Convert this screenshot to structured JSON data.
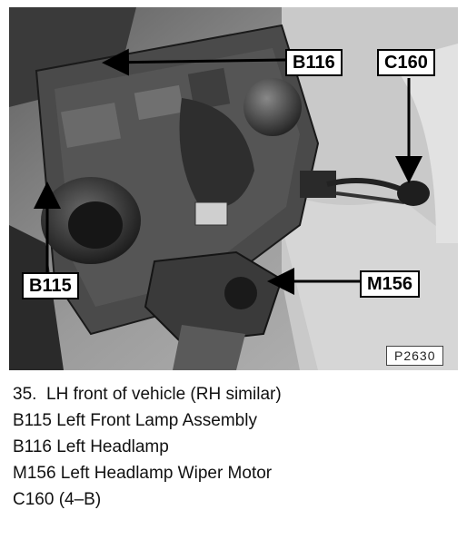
{
  "figure": {
    "callouts": {
      "b116": "B116",
      "c160": "C160",
      "b115": "B115",
      "m156": "M156"
    },
    "photo_id": "P2630"
  },
  "caption": {
    "number": "35.",
    "title": "LH front of vehicle (RH similar)",
    "items": [
      "B115 Left Front Lamp Assembly",
      "B116 Left Headlamp",
      "M156 Left Headlamp Wiper Motor",
      "C160 (4–B)"
    ]
  },
  "colors": {
    "callout_bg": "#ffffff",
    "callout_border": "#000000",
    "arrow": "#000000"
  }
}
